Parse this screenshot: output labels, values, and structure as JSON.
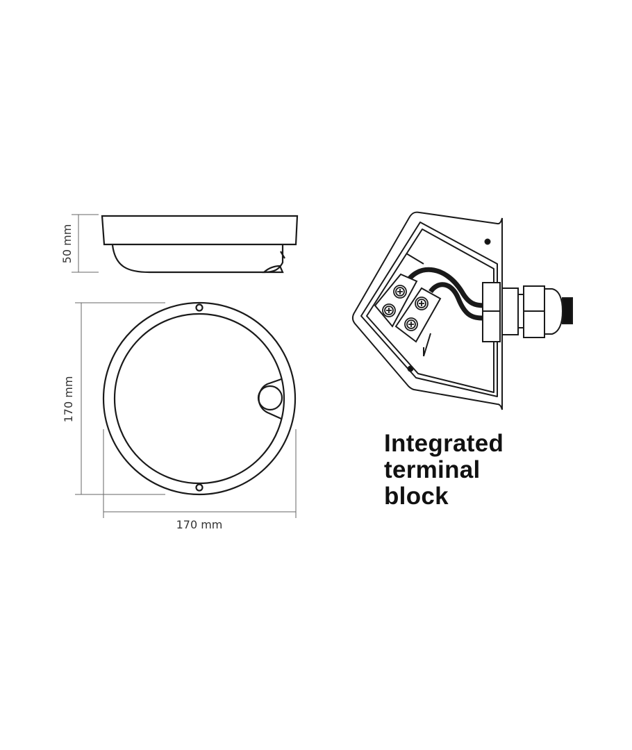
{
  "dimensions": {
    "height_label": "50 mm",
    "diameter_vertical_label": "170 mm",
    "diameter_horizontal_label": "170 mm"
  },
  "caption": {
    "lines": [
      "Integrated",
      "terminal",
      "block"
    ]
  },
  "colors": {
    "line": "#1a1a1a",
    "dimension": "#555555"
  }
}
